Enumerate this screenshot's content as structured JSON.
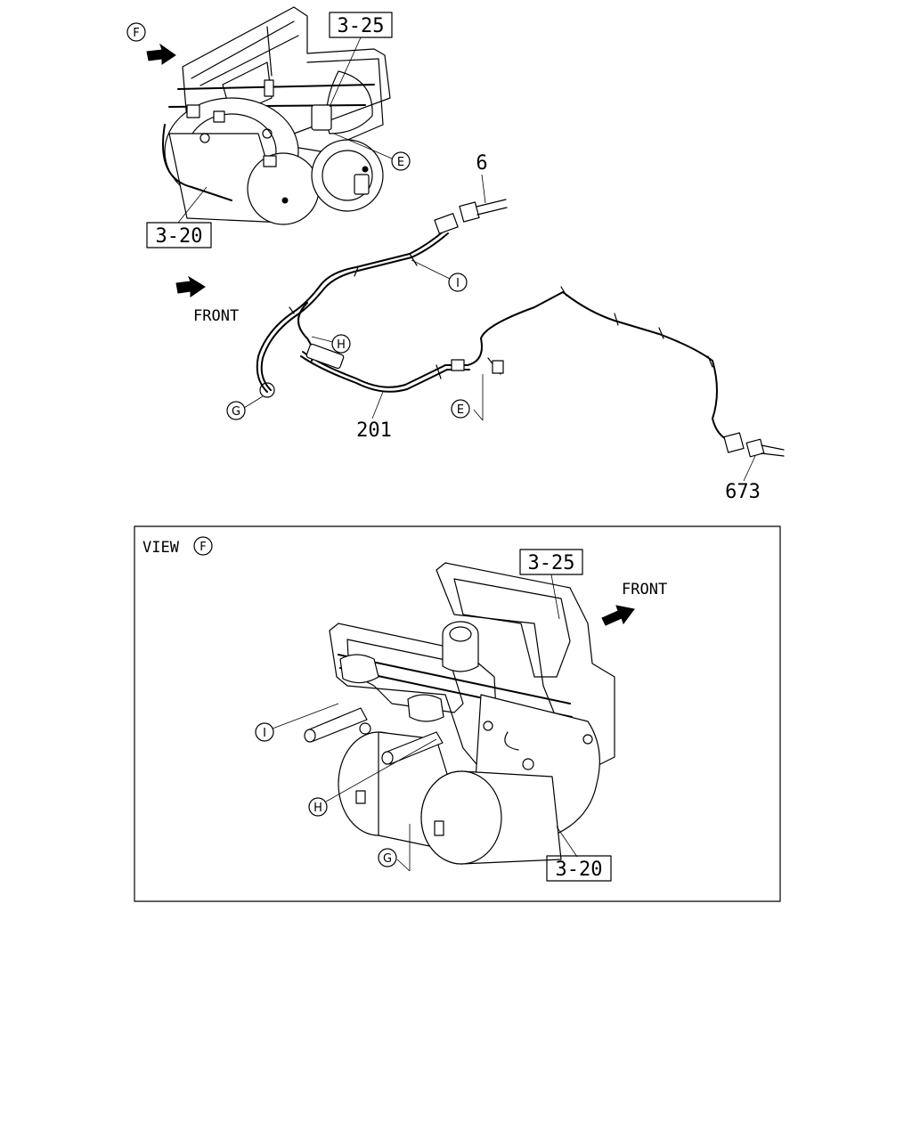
{
  "labels": {
    "ref_3_25": "3-25",
    "ref_3_20": "3-20",
    "part_6": "6",
    "part_201": "201",
    "part_673": "673",
    "front": "FRONT",
    "view": "VIEW"
  },
  "callouts": {
    "E": "E",
    "F": "F",
    "G": "G",
    "H": "H",
    "I": "I"
  }
}
